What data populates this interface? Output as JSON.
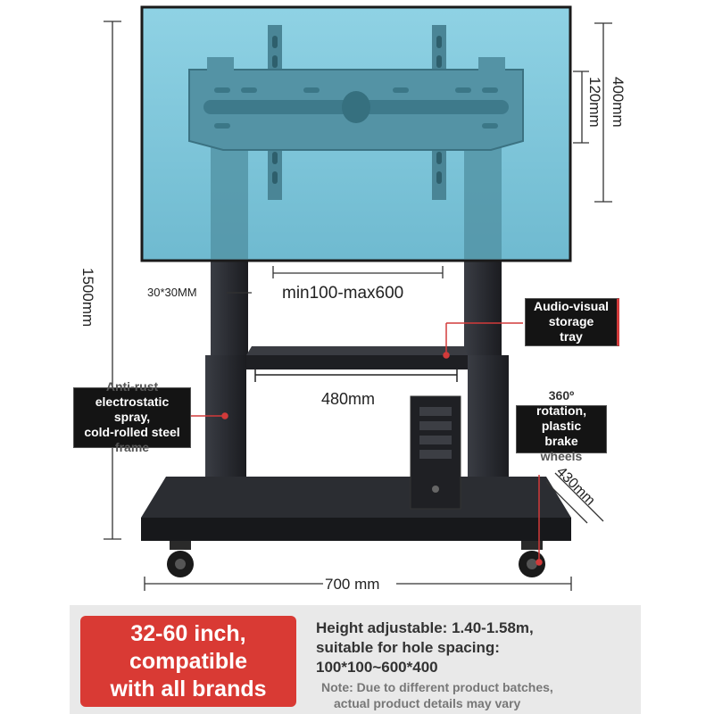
{
  "dimensions": {
    "height_overall": "1500mm",
    "vesa_height_large": "400mm",
    "vesa_height_small": "120mm",
    "vesa_width_range": "min100-max600",
    "small_mount": "30*30MM",
    "shelf_width": "480mm",
    "base_depth": "430mm",
    "base_width": "700 mm"
  },
  "callouts": {
    "tray": [
      "Audio-visual",
      "storage",
      "tray"
    ],
    "frame": [
      "Anti-rust",
      "electrostatic",
      "spray,",
      "cold-rolled steel",
      "frame"
    ],
    "wheels": [
      "360º",
      "rotation,",
      "plastic",
      "brake",
      "wheels"
    ]
  },
  "banner": {
    "headline": [
      "32-60 inch,",
      "compatible",
      "with all brands"
    ],
    "spec_line_1": "Height adjustable: 1.40-1.58m,",
    "spec_line_2": "suitable for hole spacing:",
    "spec_line_3": "100*100~600*400",
    "note_line_1": "Note: Due to different product batches,",
    "note_line_2": "actual product details may vary"
  },
  "colors": {
    "screen": "#7cc6d9",
    "frame": "#2a2d33",
    "accent_red": "#d93a34",
    "bar_grey": "#e9e9e9"
  }
}
